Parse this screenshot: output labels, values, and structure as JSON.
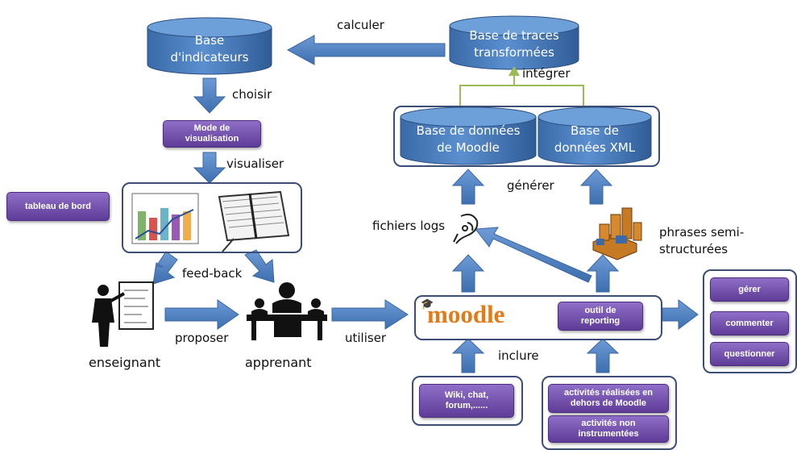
{
  "databases": {
    "base_indicateurs": [
      "Base",
      "d'indicateurs"
    ],
    "base_traces": [
      "Base de traces",
      "transformées"
    ],
    "base_moodle": [
      "Base de données",
      "de Moodle"
    ],
    "base_xml": [
      "Base de",
      "données XML"
    ]
  },
  "labels": {
    "calculer": "calculer",
    "choisir": "choisir",
    "visualiser": "visualiser",
    "integrer": "intégrer",
    "generer": "générer",
    "fichiers_logs": "fichiers logs",
    "phrases": [
      "phrases semi-",
      "structurées"
    ],
    "feedback": "feed-back",
    "proposer": "proposer",
    "utiliser": "utiliser",
    "inclure": "inclure",
    "enseignant": "enseignant",
    "apprenant": "apprenant"
  },
  "buttons": {
    "mode_visualisation": [
      "Mode de",
      "visualisation"
    ],
    "tableau_de_bord": "tableau de bord",
    "outil_reporting": [
      "outil de",
      "reporting"
    ],
    "wiki": [
      "Wiki, chat,",
      "forum,......"
    ],
    "activites_hors": [
      "activités réalisées en",
      "dehors de Moodle"
    ],
    "activites_non": [
      "activités non",
      "instrumentées"
    ],
    "gerer": "gérer",
    "commenter": "commenter",
    "questionner": "questionner"
  },
  "logo": {
    "text": "moodle"
  },
  "colors": {
    "cylinder": "#4a7ebb",
    "cylinder_dark": "#2f5c96",
    "arrow": "#4f81bd",
    "button_purple": "#6f4fae",
    "box_border": "#3c4d76",
    "chart_bars": [
      "#7fb36a",
      "#d9534f",
      "#6bb3c9",
      "#9b59b6"
    ]
  }
}
